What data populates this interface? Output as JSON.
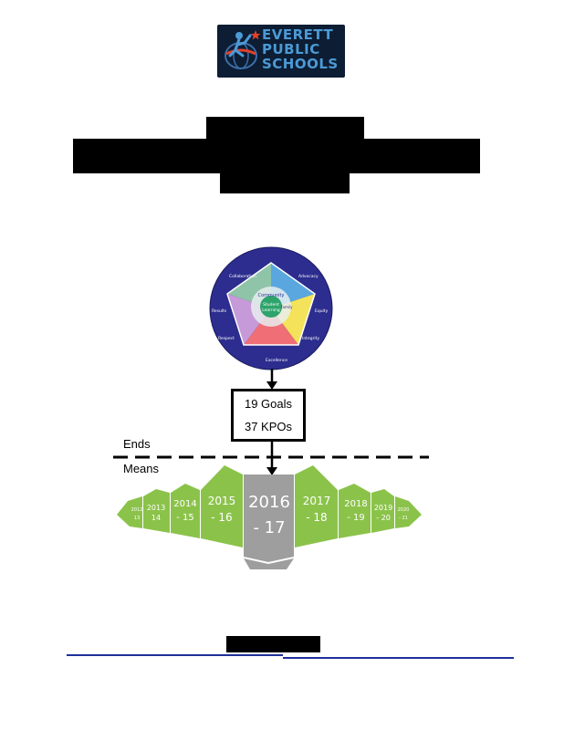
{
  "logo": {
    "lines": [
      "EVERETT",
      "PUBLIC",
      "SCHOOLS"
    ],
    "icon": "runner-star-globe-icon",
    "colors": {
      "background": "#0d1d33",
      "text": "#4b9ad6",
      "accent": "#e0422b"
    }
  },
  "wheel": {
    "outer_labels": [
      "Collaboration",
      "Advocacy",
      "Equity",
      "Integrity",
      "Excellence",
      "Respect",
      "Results"
    ],
    "center_lines": [
      "Community",
      "Student",
      "Learning",
      "Family"
    ]
  },
  "goals_box": {
    "goals": "19 Goals",
    "kpos": "37 KPOs"
  },
  "ends_label": "Ends",
  "means_label": "Means",
  "years": [
    {
      "top": "2012",
      "bottom": "13"
    },
    {
      "top": "2013",
      "bottom": "14"
    },
    {
      "top": "2014",
      "bottom": "- 15"
    },
    {
      "top": "2015",
      "bottom": "- 16"
    },
    {
      "top": "2016",
      "bottom": "- 17"
    },
    {
      "top": "2017",
      "bottom": "- 18"
    },
    {
      "top": "2018",
      "bottom": "- 19"
    },
    {
      "top": "2019",
      "bottom": "- 20"
    },
    {
      "top": "2020",
      "bottom": "- 21"
    }
  ],
  "colors": {
    "green": "#8bc34a",
    "gray": "#9e9e9e",
    "line": "#1f2f9a"
  }
}
